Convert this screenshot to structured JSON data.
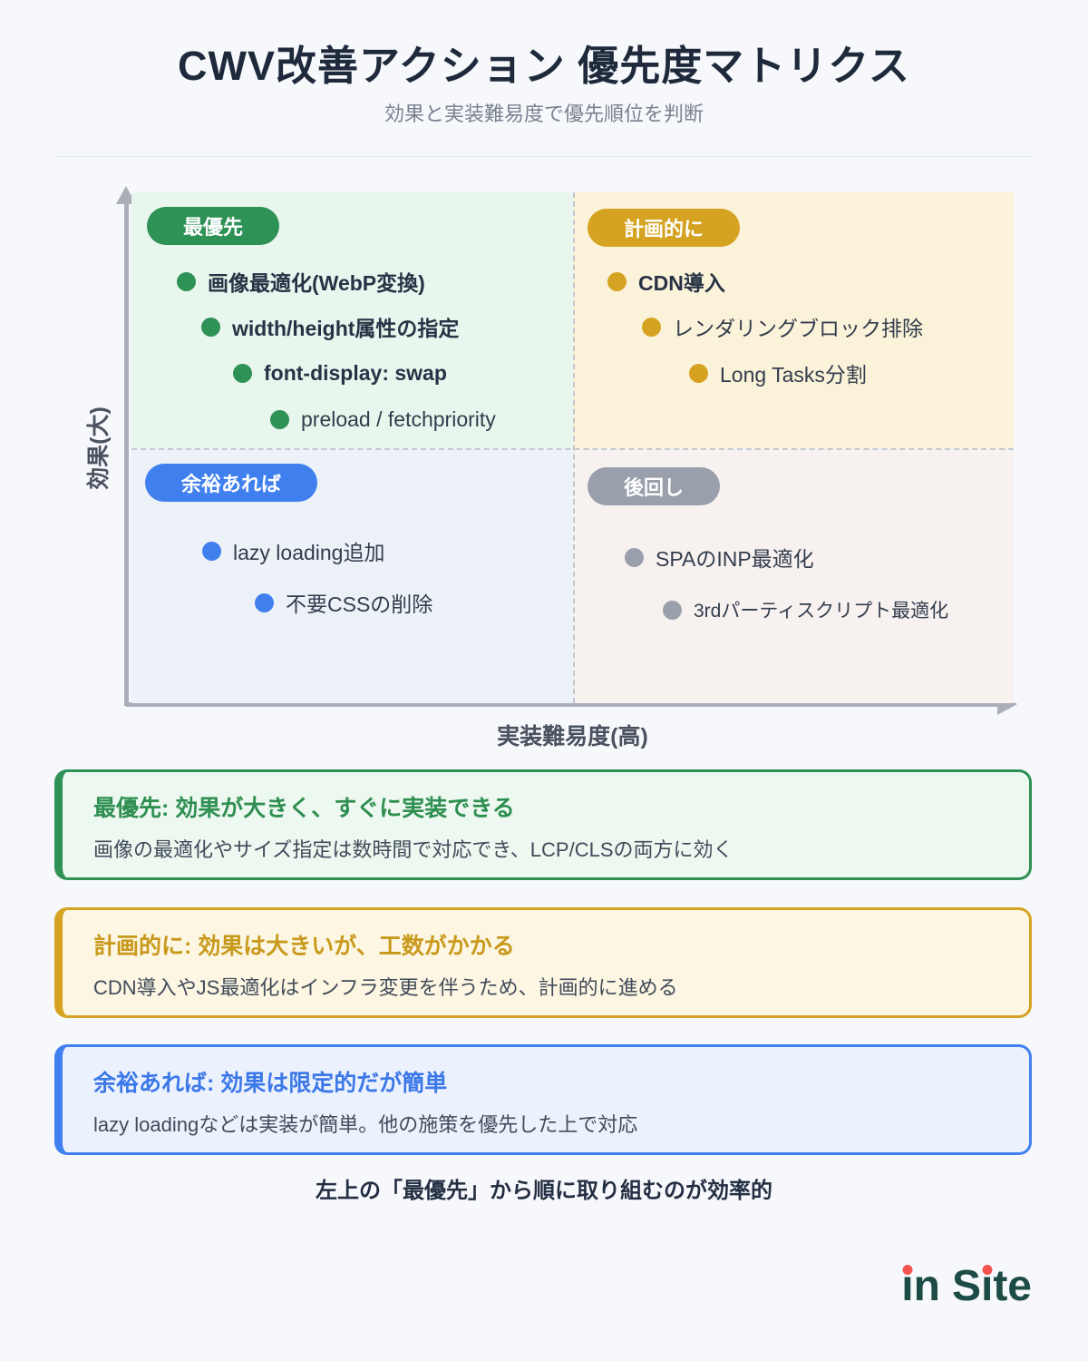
{
  "header": {
    "title": "CWV改善アクション 優先度マトリクス",
    "subtitle": "効果と実装難易度で優先順位を判断"
  },
  "chart_data": {
    "type": "scatter",
    "title": "CWV改善アクション 優先度マトリクス",
    "xlabel": "実装難易度(高)",
    "ylabel": "効果(大)",
    "grid": "2x2 quadrant matrix with dashed midlines",
    "quadrant_labels": [
      "最優先",
      "計画的に",
      "余裕あれば",
      "後回し"
    ],
    "points": [
      {
        "quadrant": "最優先",
        "label": "画像最適化(WebP変換)",
        "effect": "high",
        "difficulty": "low"
      },
      {
        "quadrant": "最優先",
        "label": "width/height属性の指定",
        "effect": "high",
        "difficulty": "low"
      },
      {
        "quadrant": "最優先",
        "label": "font-display: swap",
        "effect": "high",
        "difficulty": "low"
      },
      {
        "quadrant": "最優先",
        "label": "preload / fetchpriority",
        "effect": "high",
        "difficulty": "low"
      },
      {
        "quadrant": "計画的に",
        "label": "CDN導入",
        "effect": "high",
        "difficulty": "high"
      },
      {
        "quadrant": "計画的に",
        "label": "レンダリングブロック排除",
        "effect": "high",
        "difficulty": "high"
      },
      {
        "quadrant": "計画的に",
        "label": "Long Tasks分割",
        "effect": "high",
        "difficulty": "high"
      },
      {
        "quadrant": "余裕あれば",
        "label": "lazy loading追加",
        "effect": "low",
        "difficulty": "low"
      },
      {
        "quadrant": "余裕あれば",
        "label": "不要CSSの削除",
        "effect": "low",
        "difficulty": "low"
      },
      {
        "quadrant": "後回し",
        "label": "SPAのINP最適化",
        "effect": "low",
        "difficulty": "high"
      },
      {
        "quadrant": "後回し",
        "label": "3rdパーティスクリプト最適化",
        "effect": "low",
        "difficulty": "high"
      }
    ]
  },
  "matrix": {
    "y_axis_label": "効果(大)",
    "x_axis_label": "実装難易度(高)",
    "quadrants": {
      "top_left": {
        "badge": "最優先",
        "items": [
          "画像最適化(WebP変換)",
          "width/height属性の指定",
          "font-display: swap",
          "preload / fetchpriority"
        ]
      },
      "top_right": {
        "badge": "計画的に",
        "items": [
          "CDN導入",
          "レンダリングブロック排除",
          "Long Tasks分割"
        ]
      },
      "bottom_left": {
        "badge": "余裕あれば",
        "items": [
          "lazy loading追加",
          "不要CSSの削除"
        ]
      },
      "bottom_right": {
        "badge": "後回し",
        "items": [
          "SPAのINP最適化",
          "3rdパーティスクリプト最適化"
        ]
      }
    }
  },
  "cards": [
    {
      "title": "最優先: 効果が大きく、すぐに実装できる",
      "body": "画像の最適化やサイズ指定は数時間で対応でき、LCP/CLSの両方に効く"
    },
    {
      "title": "計画的に: 効果は大きいが、工数がかかる",
      "body": "CDN導入やJS最適化はインフラ変更を伴うため、計画的に進める"
    },
    {
      "title": "余裕あれば: 効果は限定的だが簡単",
      "body": "lazy loadingなどは実装が簡単。他の施策を優先した上で対応"
    }
  ],
  "footer": {
    "note": "左上の「最優先」から順に取り組むのが効率的",
    "logo": {
      "text": "in Site",
      "display": {
        "l1": "ı",
        "l2": "n",
        "l3": "S",
        "l4": "ı",
        "l5": "te"
      }
    }
  },
  "colors": {
    "priority_green": "#2e9155",
    "planned_gold": "#d5a321",
    "optional_blue": "#4080ee",
    "later_gray": "#99a0ab",
    "axis_gray": "#a9aeb9",
    "logo_teal": "#1d4b46",
    "logo_dot_red": "#f4534f"
  }
}
